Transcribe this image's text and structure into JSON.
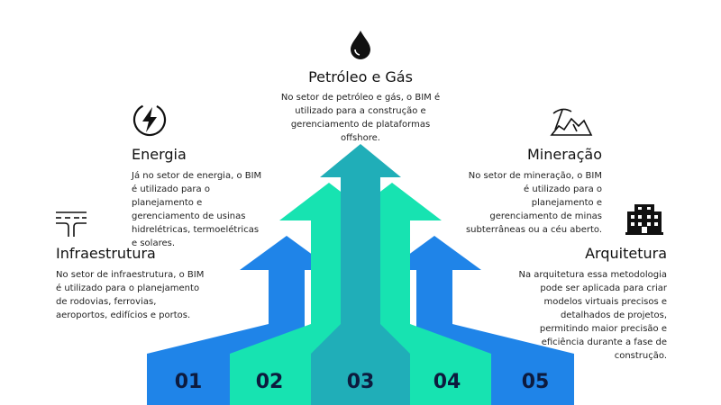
{
  "sectors": [
    {
      "number": "01",
      "title": "Infraestrutura",
      "description": "No setor de infraestrutura, o BIM é utilizado para o planejamento de rodovias, ferrovias, aeroportos, edifícios e portos.",
      "icon": "road-icon",
      "color": "#1f84e8"
    },
    {
      "number": "02",
      "title": "Energia",
      "description": "Já no setor de energia, o BIM é utilizado para o planejamento e gerenciamento de usinas hidrelétricas, termoelétricas e solares.",
      "icon": "lightning-icon",
      "color": "#17e3b1"
    },
    {
      "number": "03",
      "title": "Petróleo e Gás",
      "description": "No setor de petróleo e gás, o BIM é utilizado para a construção e gerenciamento de plataformas offshore.",
      "icon": "oil-drop-icon",
      "color": "#20aeb8"
    },
    {
      "number": "04",
      "title": "Mineração",
      "description": "No setor de mineração, o BIM é utilizado para o planejamento e gerenciamento de minas subterrâneas ou a céu aberto.",
      "icon": "pickaxe-icon",
      "color": "#17e3b1"
    },
    {
      "number": "05",
      "title": "Arquitetura",
      "description": "Na arquitetura essa metodologia pode ser aplicada para criar modelos virtuais precisos e detalhados de projetos, permitindo maior precisão e eficiência durante a fase de construção.",
      "icon": "building-icon",
      "color": "#1f84e8"
    }
  ]
}
